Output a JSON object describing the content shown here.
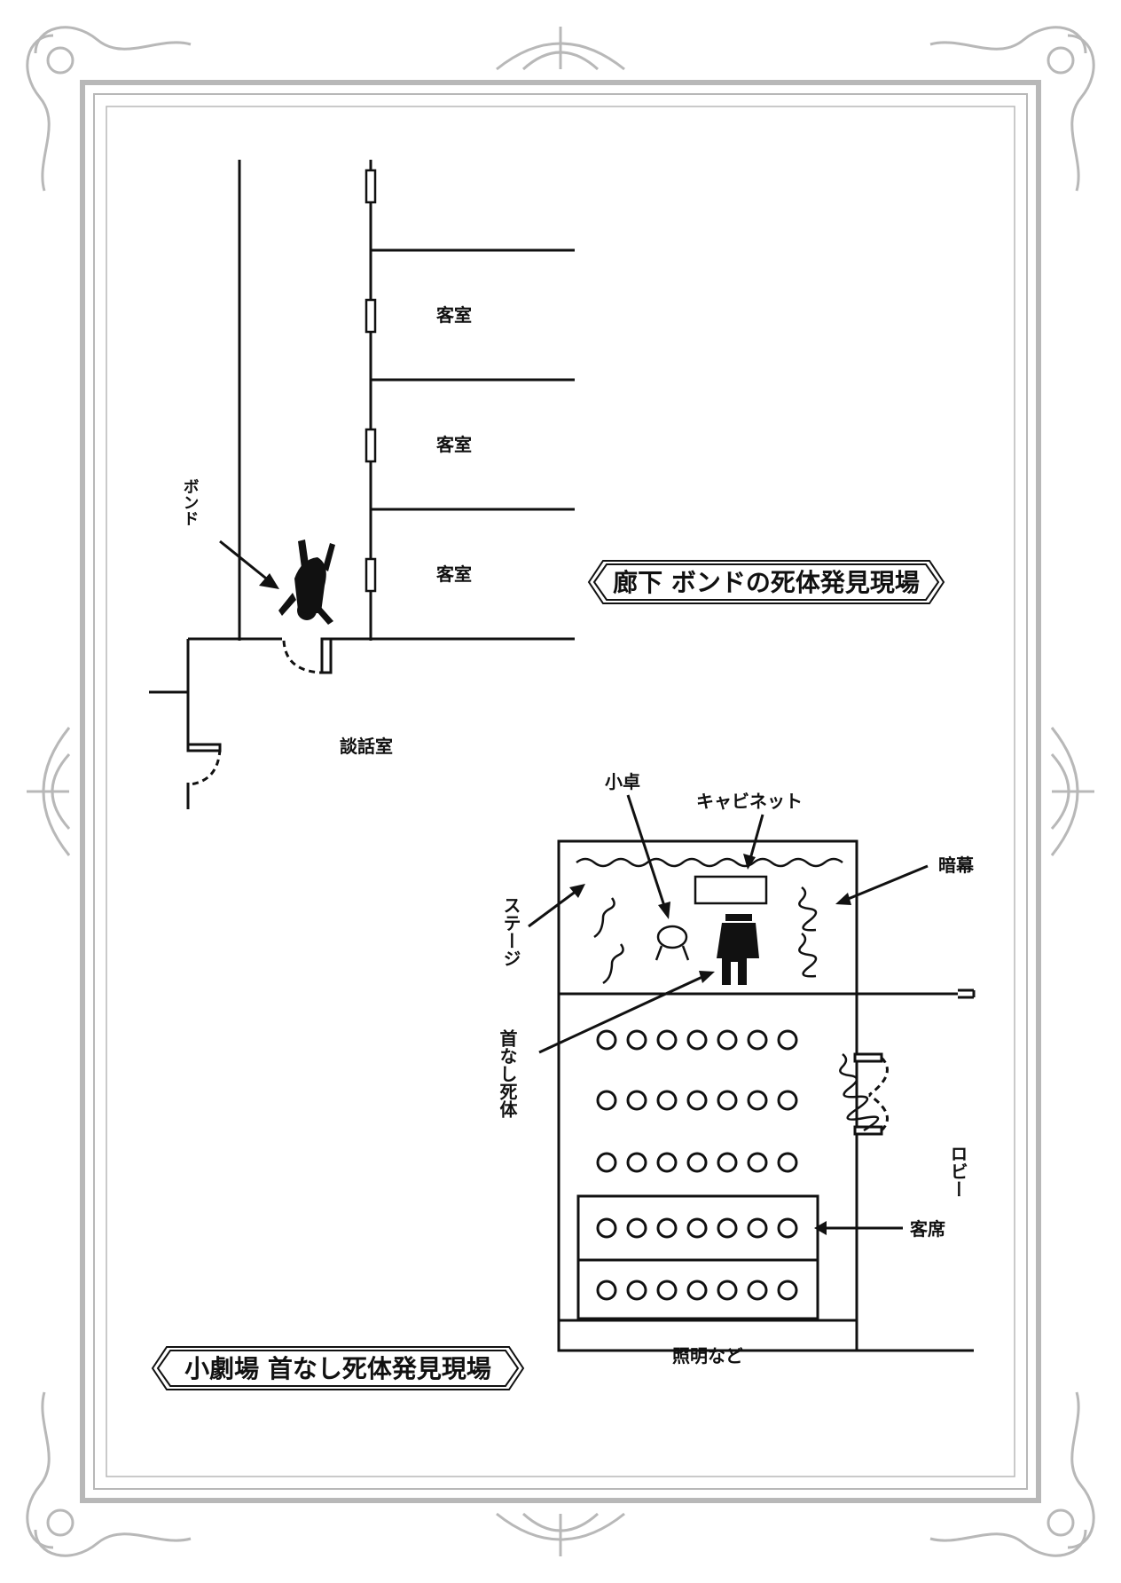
{
  "corridor_scene": {
    "caption": "廊下 ボンドの死体発見現場",
    "guest_room_label": "客室",
    "lounge_label": "談話室",
    "bond_label": "ボンド"
  },
  "theater_scene": {
    "caption": "小劇場 首なし死体発見現場",
    "small_table_label": "小卓",
    "cabinet_label": "キャビネット",
    "curtain_label": "暗幕",
    "stage_label": "ステージ",
    "headless_body_label": "首なし死体",
    "lobby_label": "ロビー",
    "seats_label": "客席",
    "lighting_label": "照明など",
    "seat_rows": [
      7,
      7,
      7,
      7,
      7
    ]
  },
  "colors": {
    "ink": "#111111",
    "frame": "#b8b8b8"
  }
}
